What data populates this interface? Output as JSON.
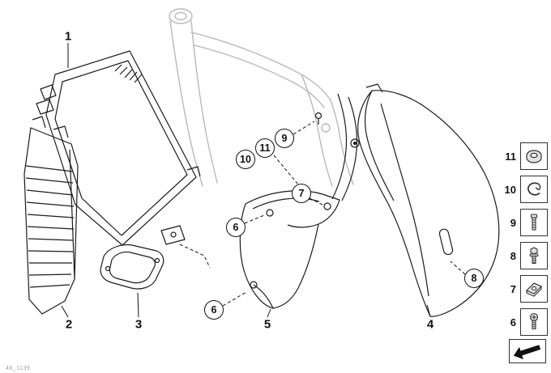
{
  "colors": {
    "line": "#1c1c1c",
    "ghost_frame": "#b9b9b9",
    "background": "#ffffff"
  },
  "labels": {
    "p1": "1",
    "p2": "2",
    "p3": "3",
    "p4": "4",
    "p5": "5",
    "c6": "6",
    "c7": "7",
    "c8": "8",
    "c9": "9",
    "c10": "10",
    "c11": "11"
  },
  "legend": {
    "rows": [
      {
        "number": "11",
        "icon": "washer"
      },
      {
        "number": "10",
        "icon": "spring-clip"
      },
      {
        "number": "9",
        "icon": "collar-screw"
      },
      {
        "number": "8",
        "icon": "hex-screw"
      },
      {
        "number": "7",
        "icon": "clip-nut"
      },
      {
        "number": "6",
        "icon": "pan-head-screw"
      }
    ]
  },
  "nav": {
    "direction_arrow": "front-direction-arrow"
  },
  "footer": {
    "code": "46_1139"
  }
}
